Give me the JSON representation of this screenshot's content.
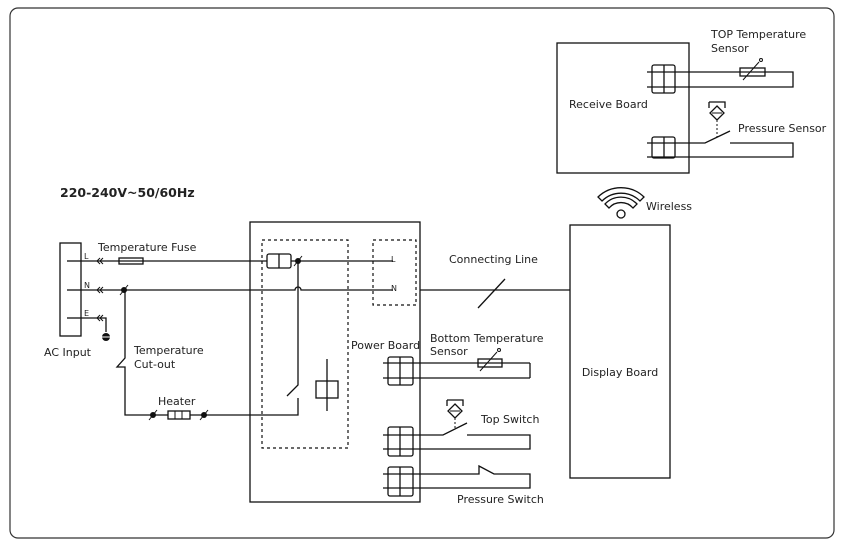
{
  "supply_label": "220-240V~50/60Hz",
  "ac_input": {
    "label": "AC Input",
    "terminals": [
      "L",
      "N",
      "E"
    ]
  },
  "temperature_fuse": "Temperature Fuse",
  "temperature_cutout": [
    "Temperature",
    "Cut-out"
  ],
  "heater": "Heater",
  "power_board": {
    "label": "Power Board",
    "terminals": [
      "L",
      "N"
    ]
  },
  "connecting_line": "Connecting Line",
  "bottom_temperature_sensor": [
    "Bottom Temperature",
    "Sensor"
  ],
  "top_switch": "Top Switch",
  "pressure_switch": "Pressure Switch",
  "display_board": "Display Board",
  "wireless": "Wireless",
  "receive_board": "Receive Board",
  "top_temperature_sensor": [
    "TOP Temperature",
    "Sensor"
  ],
  "pressure_sensor": "Pressure Sensor"
}
